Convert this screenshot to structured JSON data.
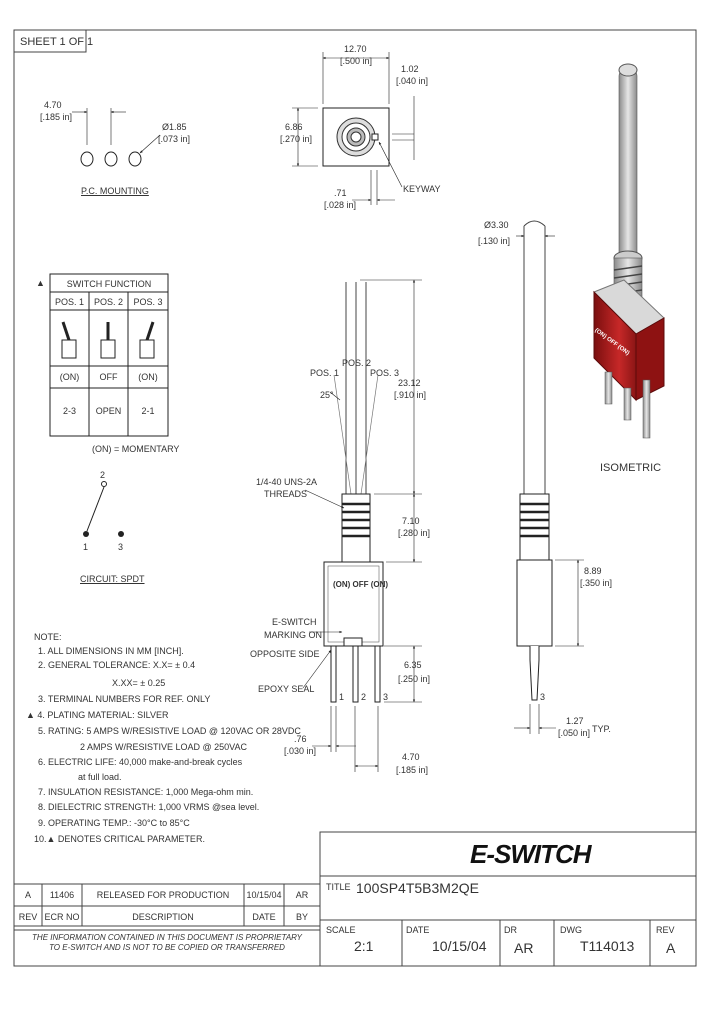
{
  "sheet": "SHEET 1 OF 1",
  "pc_mounting": {
    "spacing_mm": "4.70",
    "spacing_in": "[.185 in]",
    "hole_dia_mm": "Ø1.85",
    "hole_dia_in": "[.073 in]",
    "label": "P.C. MOUNTING"
  },
  "top_view": {
    "width_mm": "12.70",
    "width_in": "[.500 in]",
    "offset_mm": "1.02",
    "offset_in": "[.040 in]",
    "height_mm": "6.86",
    "height_in": "[.270 in]",
    "keyway_mm": ".71",
    "keyway_in": "[.028 in]",
    "keyway_label": "KEYWAY"
  },
  "switch_function": {
    "marker": "▲",
    "title": "SWITCH FUNCTION",
    "headers": [
      "POS. 1",
      "POS. 2",
      "POS. 3"
    ],
    "row_state": [
      "(ON)",
      "OFF",
      "(ON)"
    ],
    "row_conn": [
      "2-3",
      "OPEN",
      "2-1"
    ],
    "footnote": "(ON) = MOMENTARY"
  },
  "circuit": {
    "pin_top": "2",
    "pin_left": "1",
    "pin_right": "3",
    "label": "CIRCUIT: SPDT"
  },
  "front_view": {
    "pos1": "POS. 1",
    "pos2": "POS. 2",
    "pos3": "POS. 3",
    "angle": "25°",
    "thread_line1": "1/4-40 UNS-2A",
    "thread_line2": "THREADS",
    "lever_len_mm": "23.12",
    "lever_len_in": "[.910 in]",
    "bushing_mm": "7.10",
    "bushing_in": "[.280 in]",
    "body_marking": "(ON) OFF (ON)",
    "marking_note_1": "E-SWITCH",
    "marking_note_2": "MARKING ON",
    "marking_note_3": "OPPOSITE SIDE",
    "terminal_mm": "6.35",
    "terminal_in": "[.250 in]",
    "epoxy_label": "EPOXY SEAL",
    "term_labels": [
      "1",
      "2",
      "3"
    ],
    "term_width_mm": ".76",
    "term_width_in": "[.030 in]",
    "term_spacing_mm": "4.70",
    "term_spacing_in": "[.185 in]"
  },
  "side_view": {
    "lever_dia_mm": "Ø3.30",
    "lever_dia_in": "[.130 in]",
    "body_mm": "8.89",
    "body_in": "[.350 in]",
    "term_label": "3",
    "term_mm": "1.27",
    "term_in": "[.050 in]",
    "typ": "TYP."
  },
  "isometric": {
    "label": "ISOMETRIC",
    "body_marking": "(ON) OFF (ON)",
    "red": "#b71c1c"
  },
  "notes": {
    "title": "NOTE:",
    "items": [
      "1. ALL DIMENSIONS IN MM [INCH].",
      "2. GENERAL TOLERANCE: X.X= ± 0.4",
      "X.XX= ± 0.25",
      "3. TERMINAL NUMBERS FOR REF. ONLY",
      "▲ 4. PLATING MATERIAL: SILVER",
      "5. RATING: 5 AMPS W/RESISTIVE LOAD @ 120VAC OR 28VDC",
      "2 AMPS W/RESISTIVE LOAD @ 250VAC",
      "6. ELECTRIC LIFE: 40,000 make-and-break cycles",
      "at full load.",
      "7. INSULATION RESISTANCE: 1,000 Mega-ohm min.",
      "8. DIELECTRIC STRENGTH: 1,000 VRMS @sea level.",
      "9. OPERATING TEMP.: -30°C to 85°C",
      "10.▲ DENOTES CRITICAL PARAMETER."
    ]
  },
  "revision": {
    "row": [
      "A",
      "11406",
      "RELEASED FOR PRODUCTION",
      "10/15/04",
      "AR"
    ],
    "headers": [
      "REV",
      "ECR NO",
      "DESCRIPTION",
      "DATE",
      "BY"
    ]
  },
  "proprietary": [
    "THE INFORMATION CONTAINED IN THIS DOCUMENT IS PROPRIETARY",
    "TO E-SWITCH AND IS NOT TO BE COPIED OR TRANSFERRED"
  ],
  "title_block": {
    "logo": "E-SWITCH",
    "title_label": "TITLE",
    "title_value": "100SP4T5B3M2QE",
    "scale_label": "SCALE",
    "scale_value": "2:1",
    "date_label": "DATE",
    "date_value": "10/15/04",
    "dr_label": "DR",
    "dr_value": "AR",
    "dwg_label": "DWG",
    "dwg_value": "T114013",
    "rev_label": "REV",
    "rev_value": "A"
  }
}
